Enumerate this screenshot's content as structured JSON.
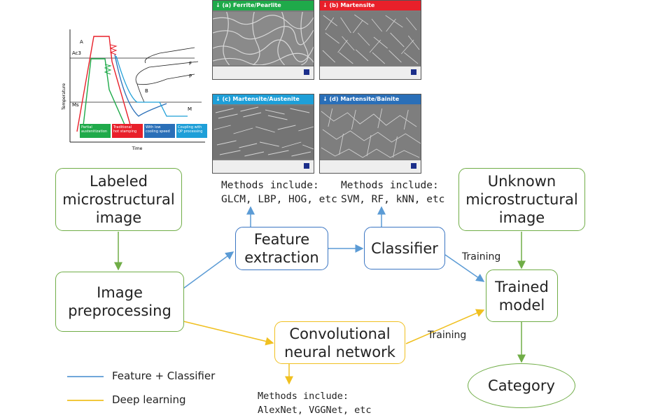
{
  "flow": {
    "labeled": "Labeled\nmicrostructural\nimage",
    "preprocess": "Image\npreprocessing",
    "feature": "Feature\nextraction",
    "classifier": "Classifier",
    "cnn": "Convolutional\nneural network",
    "unknown": "Unknown\nmicrostructural\nimage",
    "trained": "Trained\nmodel",
    "category": "Category"
  },
  "methods": {
    "feature": "Methods include:\nGLCM, LBP, HOG, etc",
    "classifier": "Methods include:\nSVM,  RF, kNN,  etc",
    "cnn": "Methods include:\nAlexNet, VGGNet, etc"
  },
  "training_label_1": "Training",
  "training_label_2": "Training",
  "legend": {
    "feature_classifier": "Feature + Classifier",
    "deep_learning": "Deep learning"
  },
  "micrographs": [
    {
      "label": "↓ (a) Ferrite/Pearlite",
      "color": "#1faa4a"
    },
    {
      "label": "↓ (b) Martensite",
      "color": "#e8202a"
    },
    {
      "label": "↓ (c) Martensite/Austenite",
      "color": "#1e9fd8"
    },
    {
      "label": "↓ (d) Martensite/Bainite",
      "color": "#2a6fb8"
    }
  ],
  "cct": {
    "ylabel": "Temperature",
    "xlabel": "Time",
    "A": "A",
    "Ac3": "Ac3",
    "Ms": "Ms",
    "F": "F",
    "P": "P",
    "B": "B",
    "M": "M",
    "legend": [
      {
        "text": "Partial\naustenitization",
        "color": "#1faa4a"
      },
      {
        "text": "Traditional\nhot stamping",
        "color": "#e8202a"
      },
      {
        "text": "With low\ncooling speed",
        "color": "#2a6fb8"
      },
      {
        "text": "Coupling with\nQP processing",
        "color": "#1e9fd8"
      }
    ]
  },
  "colors": {
    "green": "#70ad47",
    "blue": "#3b76c3",
    "yellow": "#f0c020"
  }
}
